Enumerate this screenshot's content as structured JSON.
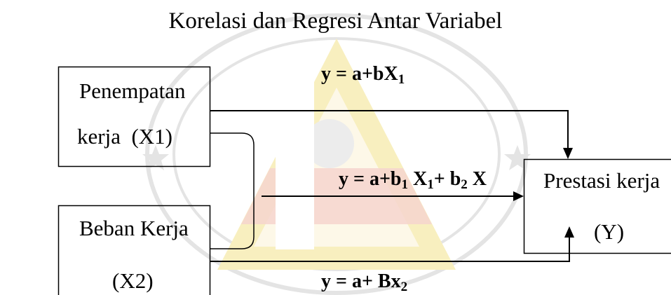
{
  "title": "Korelasi dan Regresi Antar Variabel",
  "boxes": {
    "placement": {
      "line1": "Penempatan",
      "line2": "kerja  (X1)"
    },
    "workload": {
      "line1": "Beban Kerja",
      "line2": "(X2)"
    },
    "performance": {
      "line1": "Prestasi kerja",
      "line2": "(Y)"
    }
  },
  "formulas": {
    "x1_to_y": [
      {
        "text": "y = a+bX",
        "subscript": "1"
      }
    ],
    "combined": [
      {
        "text": "y = a+b",
        "subscript": "1"
      },
      {
        "text": " X",
        "subscript": "1"
      },
      {
        "text": "+ b",
        "subscript": "2"
      },
      {
        "text": " X"
      }
    ],
    "x2_to_y": [
      {
        "text": "y = a+ Bx",
        "subscript": "2"
      }
    ]
  },
  "colors": {
    "ink": "#000000",
    "background": "#ffffff",
    "seal_ring": "#e4e4e4",
    "seal_yellow": "#f8efbf",
    "seal_inner": "#fdf8e8",
    "seal_red": "#f6d5ce",
    "seal_emblem": "#ececec"
  }
}
